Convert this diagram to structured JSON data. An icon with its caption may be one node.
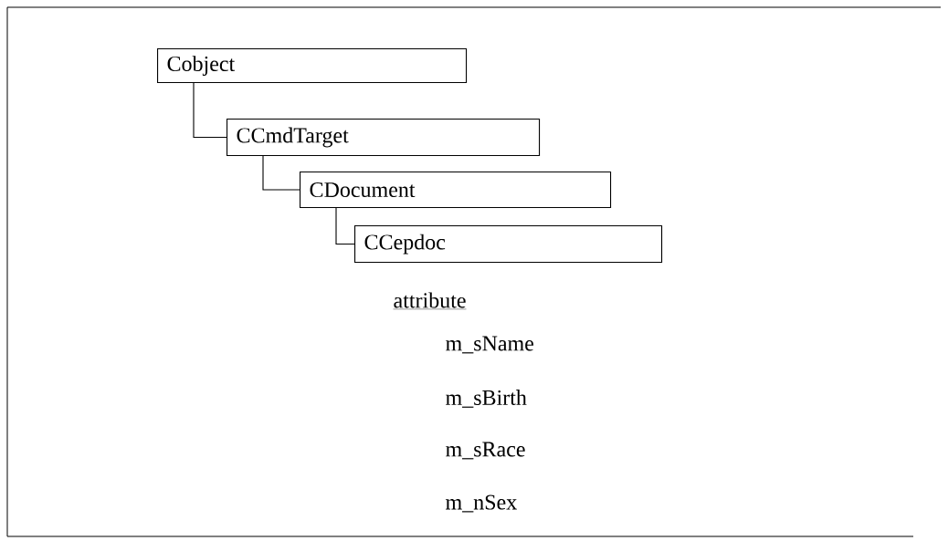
{
  "diagram": {
    "nodes": [
      {
        "text": [
          "Cobject"
        ]
      },
      {
        "text": [
          "CCmdTarget"
        ]
      },
      {
        "text": [
          "CDocument"
        ]
      },
      {
        "text": [
          "CCepdoc"
        ]
      }
    ],
    "edges": [
      {
        "from": 0,
        "to": 1,
        "arrow": "none"
      },
      {
        "from": 1,
        "to": 2,
        "arrow": "none"
      },
      {
        "from": 2,
        "to": 3,
        "arrow": "none"
      }
    ],
    "labels": [
      "attribute",
      "m_sName",
      "m_sBirth",
      "m_sRace",
      "m_nSex"
    ]
  }
}
